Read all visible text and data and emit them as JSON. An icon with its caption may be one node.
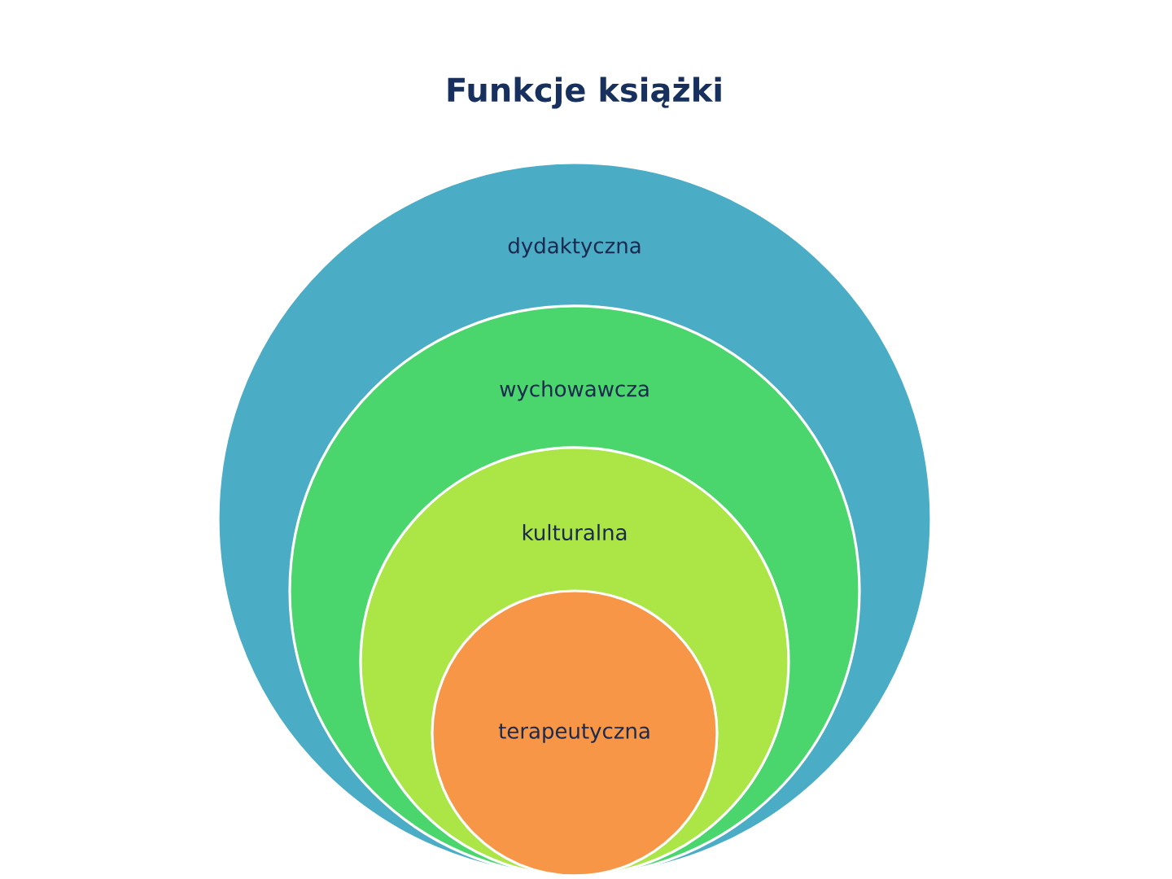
{
  "diagram": {
    "title": "Funkcje książki",
    "nodes": [
      {
        "text": [
          "dydaktyczna"
        ]
      },
      {
        "text": [
          "wychowawcza"
        ],
        "in": 0
      },
      {
        "text": [
          "kulturalna"
        ],
        "in": 1
      },
      {
        "text": [
          "terapeutyczna"
        ],
        "in": 2
      }
    ]
  }
}
